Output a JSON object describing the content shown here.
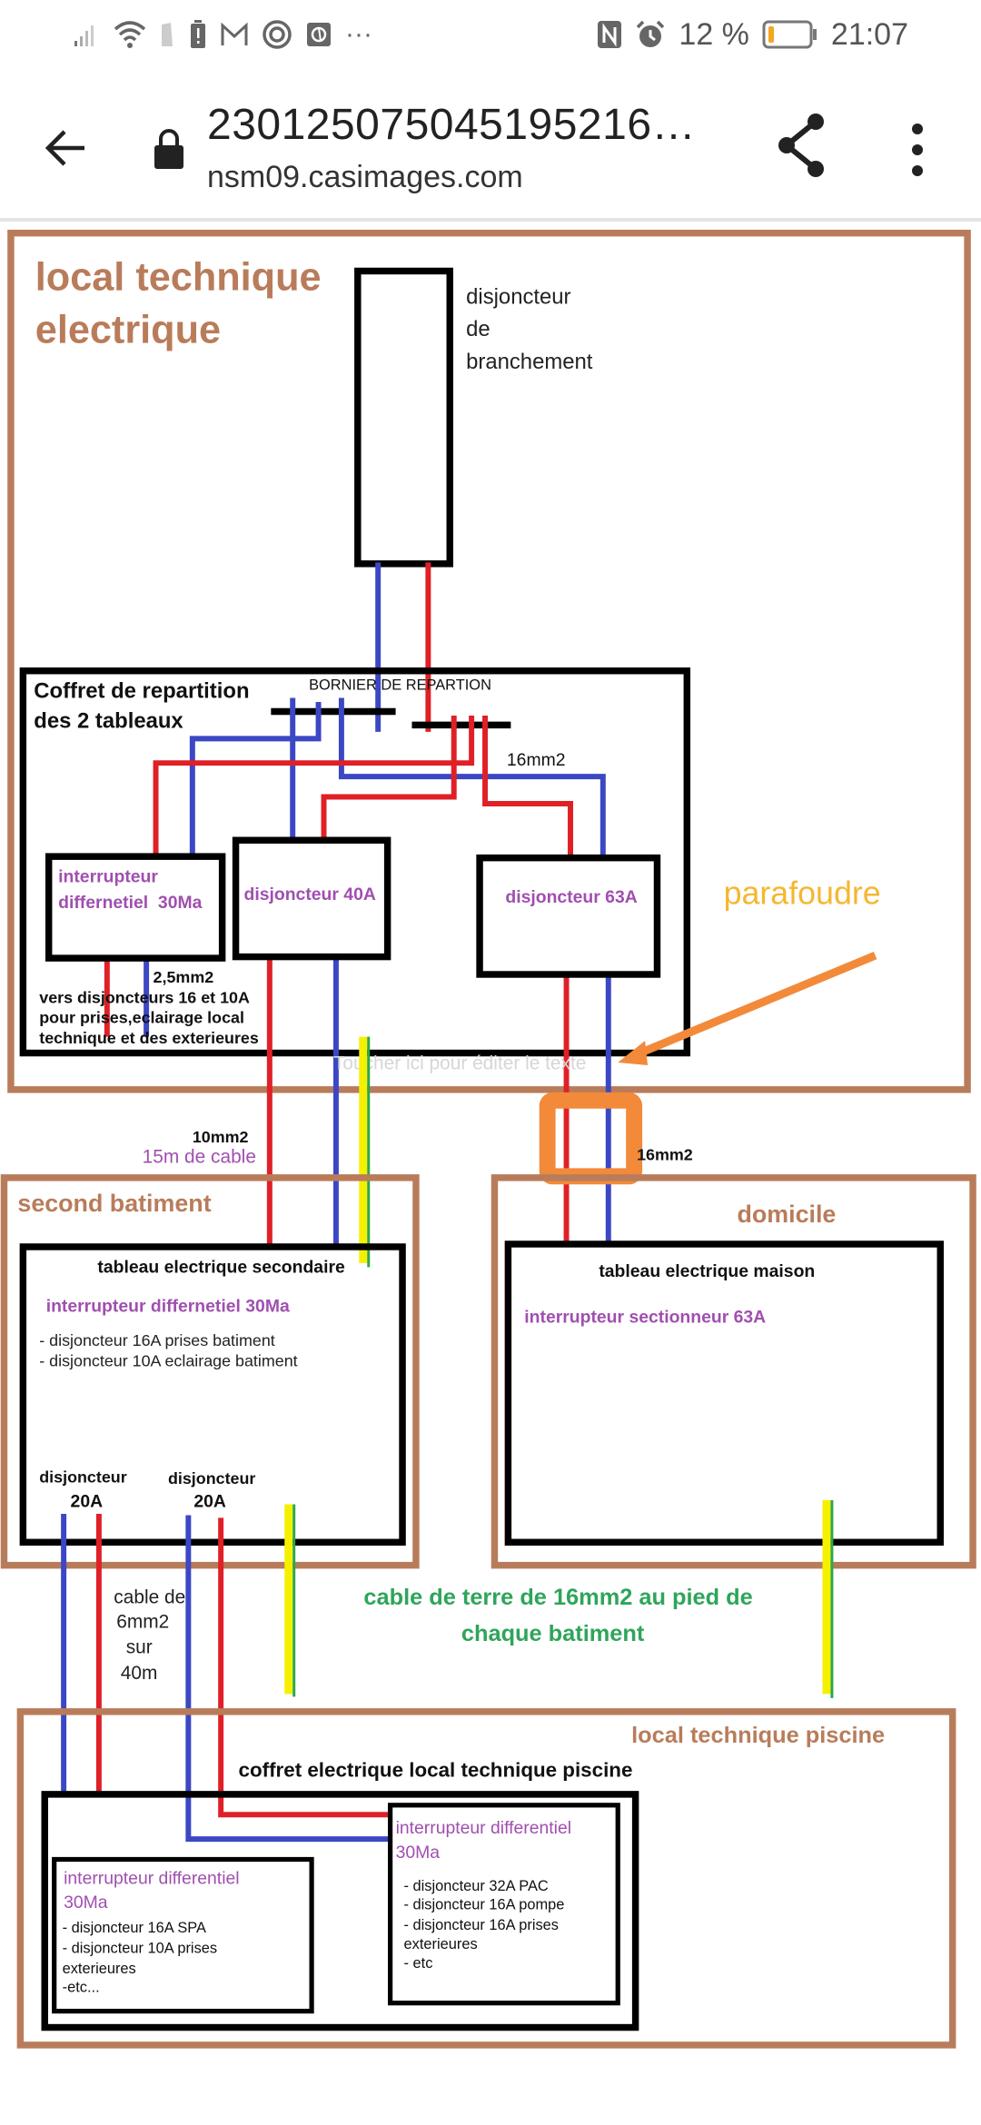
{
  "status_bar": {
    "left_icons": [
      "signal-icon",
      "wifi-icon",
      "sim-icon",
      "battery-alert-icon",
      "gmail-icon",
      "camera-icon",
      "app-icon",
      "more-notifications-icon"
    ],
    "more_label": "···",
    "nfc_label": "N",
    "battery_percent": "12 %",
    "battery_level": 0.12,
    "time": "21:07"
  },
  "app_bar": {
    "title": "230125075045195216…",
    "url": "nsm09.casimages.com"
  },
  "diagram": {
    "colors": {
      "brown": "#b97c5a",
      "purple": "#a04fb0",
      "red": "#e02027",
      "blue": "#3c47c4",
      "yellow": "#f5f000",
      "green": "#2aa84a",
      "orange": "#f28a3a",
      "parafoudre": "#f5b731",
      "label_green": "#2ea55a"
    },
    "local_technique_electrique": {
      "title_line1": "local technique",
      "title_line2": "electrique",
      "disjoncteur_branchement": [
        "disjoncteur",
        "de",
        "branchement"
      ]
    },
    "coffret_repartition": {
      "title_line1": "Coffret de repartition",
      "title_line2": "des 2 tableaux",
      "bornier_label": "BORNIER DE REPARTION",
      "section_16": "16mm2",
      "section_25": "2,5mm2",
      "interrupteur_line1": "interrupteur",
      "interrupteur_line2": "differnetiel  30Ma",
      "disj40": "disjoncteur 40A",
      "disj63": "disjoncteur 63A",
      "note_lines": [
        "vers disjoncteurs 16 et 10A",
        "pour prises,eclairage local",
        "technique et des exterieures"
      ]
    },
    "parafoudre_label": "parafoudre",
    "edit_hint": "Toucher ici pour éditer le texte",
    "cable_10": "10mm2",
    "cable_15m": "15m de cable",
    "cable_16_right": "16mm2",
    "second_batiment": {
      "title": "second batiment",
      "tableau": "tableau electrique secondaire",
      "interrupteur": "interrupteur differnetiel 30Ma",
      "items": [
        "- disjoncteur 16A prises batiment",
        "- disjoncteur 10A eclairage batiment"
      ],
      "disj_a_line1": "disjoncteur",
      "disj_a_line2": "20A",
      "disj_b_line1": "disjoncteur",
      "disj_b_line2": "20A"
    },
    "domicile": {
      "title": "domicile",
      "tableau": "tableau electrique maison",
      "interrupteur": "interrupteur sectionneur 63A"
    },
    "cable_6": [
      "cable de",
      "6mm2",
      "sur",
      "40m"
    ],
    "terre_label": [
      "cable de terre de 16mm2 au pied de",
      "chaque batiment"
    ],
    "piscine": {
      "title": "local technique piscine",
      "coffret": "coffret electrique local technique piscine",
      "left_box": {
        "title_line1": "interrupteur differentiel",
        "title_line2": "30Ma",
        "items": [
          "- disjoncteur 16A SPA",
          "- disjoncteur 10A prises",
          "exterieures",
          "-etc..."
        ]
      },
      "right_box": {
        "title_line1": "interrupteur differentiel",
        "title_line2": "30Ma",
        "items": [
          "- disjoncteur 32A PAC",
          "- disjoncteur 16A pompe",
          "- disjoncteur 16A prises",
          "exterieures",
          "- etc"
        ]
      }
    }
  }
}
